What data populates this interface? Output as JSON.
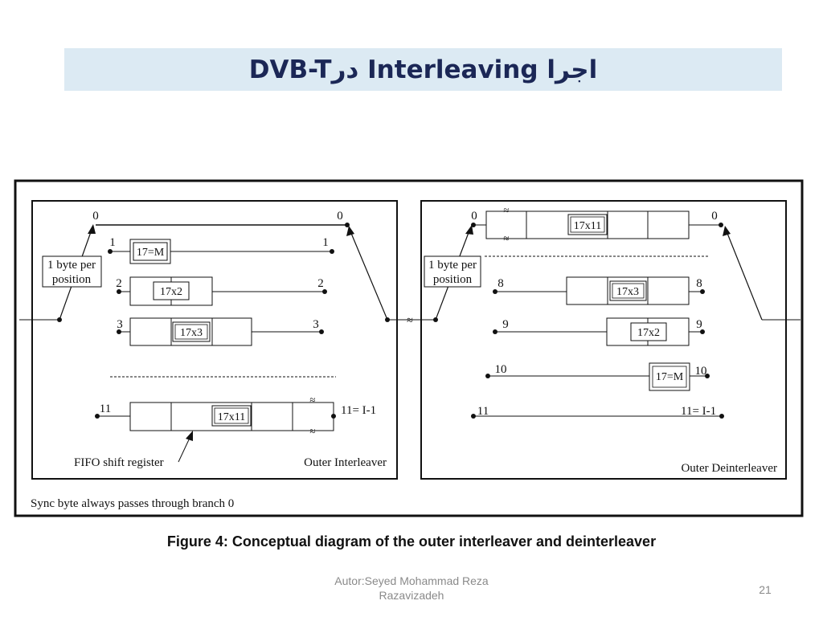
{
  "slide": {
    "title": "اجرا Interleaving درDVB-T",
    "caption": "Figure 4: Conceptual diagram of the outer interleaver and deinterleaver",
    "author_line1": "Autor:Seyed Mohammad Reza",
    "author_line2": "Razavizadeh",
    "page_number": "21"
  },
  "diagram": {
    "footnote": "Sync byte always passes through branch 0",
    "interleaver": {
      "label": "Outer Interleaver",
      "input_label": "1 byte per position",
      "input_label_line1": "1 byte per",
      "input_label_line2": "position",
      "fifo_label": "FIFO shift register",
      "branches_left": [
        "0",
        "1",
        "2",
        "3",
        "11"
      ],
      "branches_right": [
        "0",
        "1",
        "2",
        "3",
        "11= I-1"
      ],
      "fifo_blocks": [
        "17=M",
        "17x2",
        "17x3",
        "17x11"
      ]
    },
    "deinterleaver": {
      "label": "Outer Deinterleaver",
      "input_label": "1 byte per position",
      "input_label_line1": "1 byte per",
      "input_label_line2": "position",
      "branches_left": [
        "0",
        "8",
        "9",
        "10",
        "11"
      ],
      "branches_right": [
        "0",
        "8",
        "9",
        "10",
        "11= I-1"
      ],
      "fifo_blocks": [
        "17x11",
        "17x3",
        "17x2",
        "17=M"
      ]
    },
    "break_glyph": "≈"
  }
}
